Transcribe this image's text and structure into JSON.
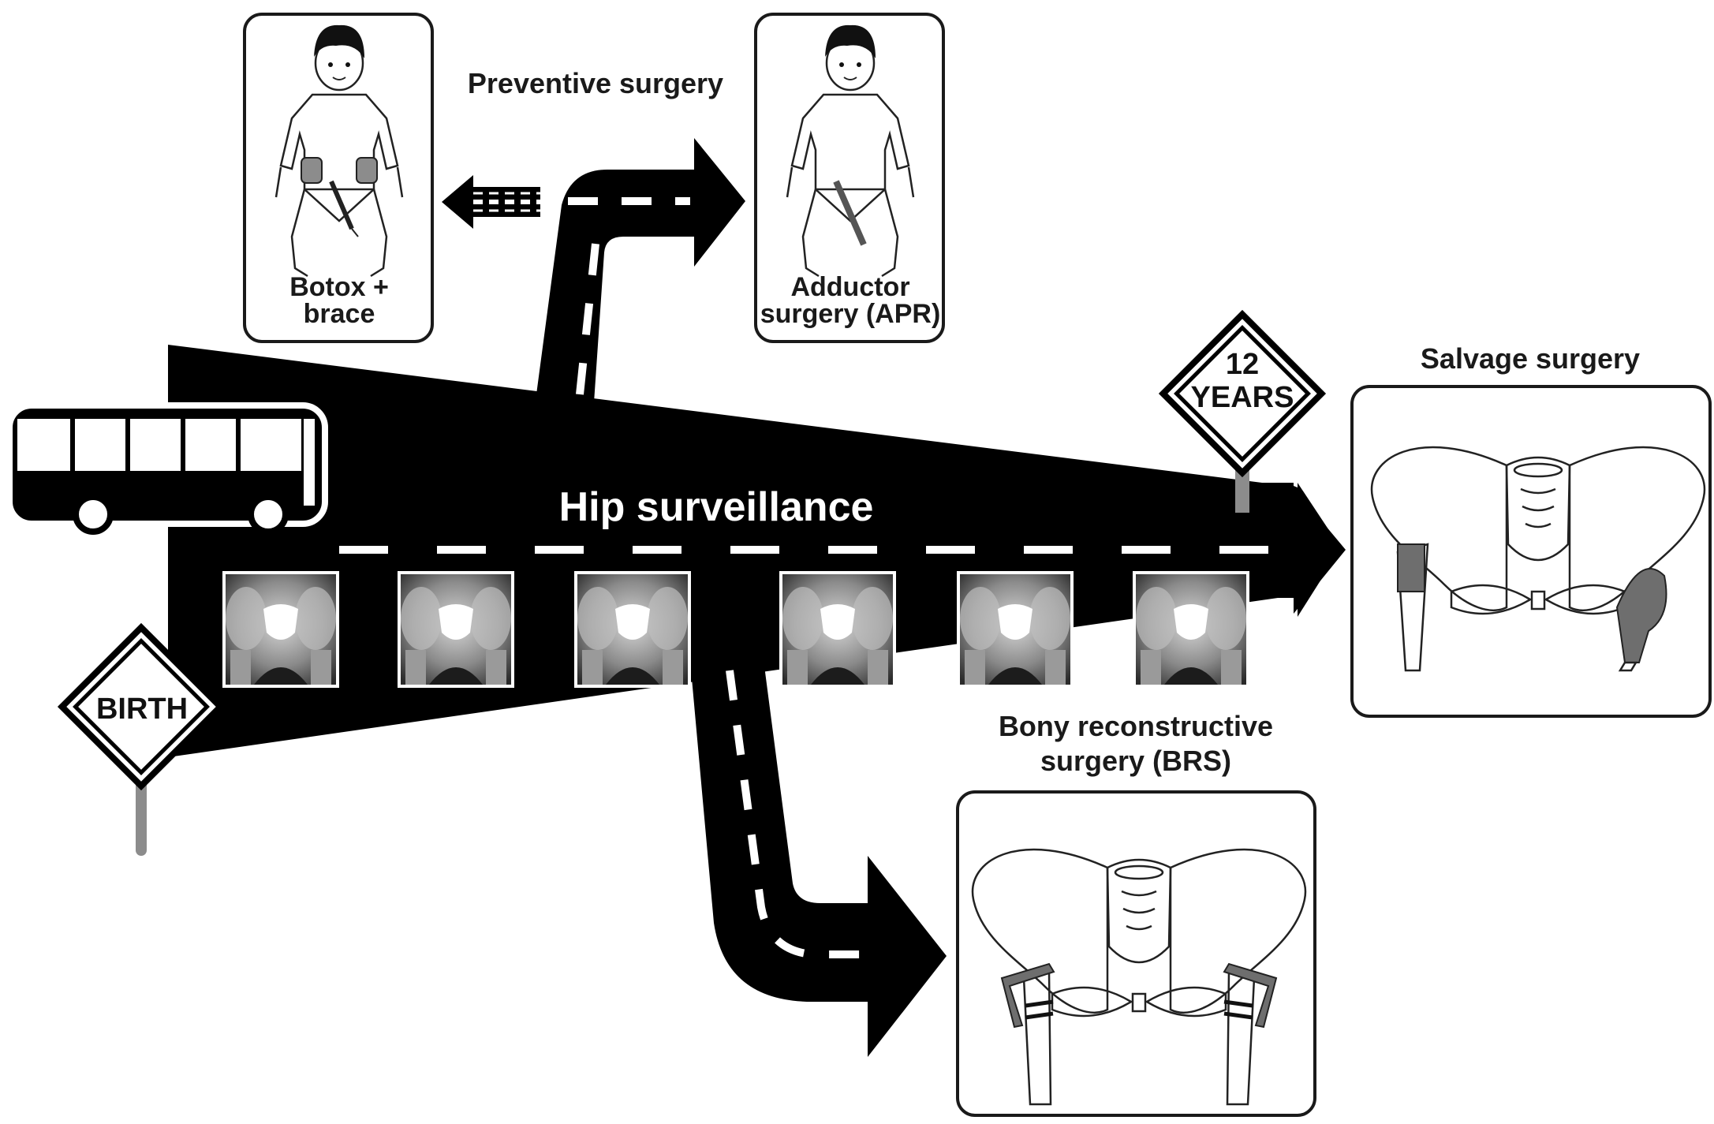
{
  "colors": {
    "road": "#000000",
    "dash": "#ffffff",
    "pole": "#8c8c8c",
    "implant": "#6e6e6e"
  },
  "road": {
    "title": "Hip surveillance"
  },
  "signs": {
    "birth": "BIRTH",
    "end_line1": "12",
    "end_line2": "YEARS"
  },
  "preventive": {
    "heading": "Preventive surgery",
    "botox_line1": "Botox +",
    "botox_line2": "brace",
    "adductor_line1": "Adductor",
    "adductor_line2": "surgery (APR)"
  },
  "brs": {
    "line1": "Bony reconstructive",
    "line2": "surgery (BRS)"
  },
  "salvage": {
    "heading": "Salvage surgery"
  },
  "xrays": {
    "count": 6
  },
  "icons": [
    "bus-icon",
    "child-figure-icon",
    "syringe-icon",
    "pelvis-icon",
    "implant-plate-icon",
    "xray-image"
  ]
}
